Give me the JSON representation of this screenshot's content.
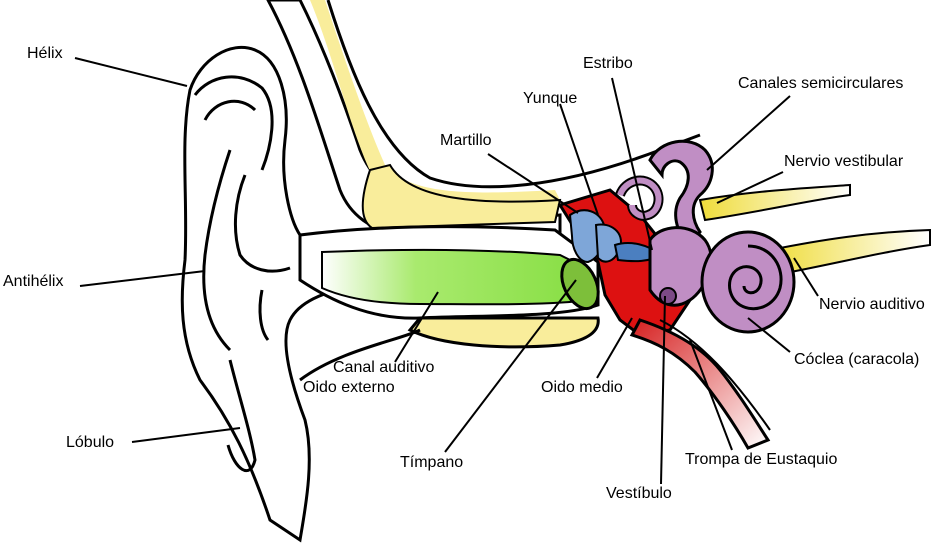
{
  "labels": {
    "helix": "Hélix",
    "antihelix": "Antihélix",
    "lobule": "Lóbulo",
    "ear_canal": "Canal auditivo",
    "outer_ear": "Oido externo",
    "eardrum": "Tímpano",
    "hammer": "Martillo",
    "anvil": "Yunque",
    "stirrup": "Estribo",
    "semicircular_canals": "Canales semicirculares",
    "vestibular_nerve": "Nervio vestibular",
    "auditory_nerve": "Nervio auditivo",
    "cochlea": "Cóclea (caracola)",
    "middle_ear": "Oido medio",
    "eustachian_tube": "Trompa de Eustaquio",
    "vestibule": "Vestíbulo"
  },
  "colors": {
    "skin_outline": "#000000",
    "cartilage_yellow": "#f9ed9b",
    "canal_green": "#8ee04a",
    "eardrum_green": "#7dbf3a",
    "middle_ear_red": "#dd1111",
    "ossicles_blue": "#7ea6d8",
    "inner_ear_purple": "#c08ec4",
    "nerve_yellow": "#f2e04a",
    "tube_pink": "#e88a8a"
  }
}
